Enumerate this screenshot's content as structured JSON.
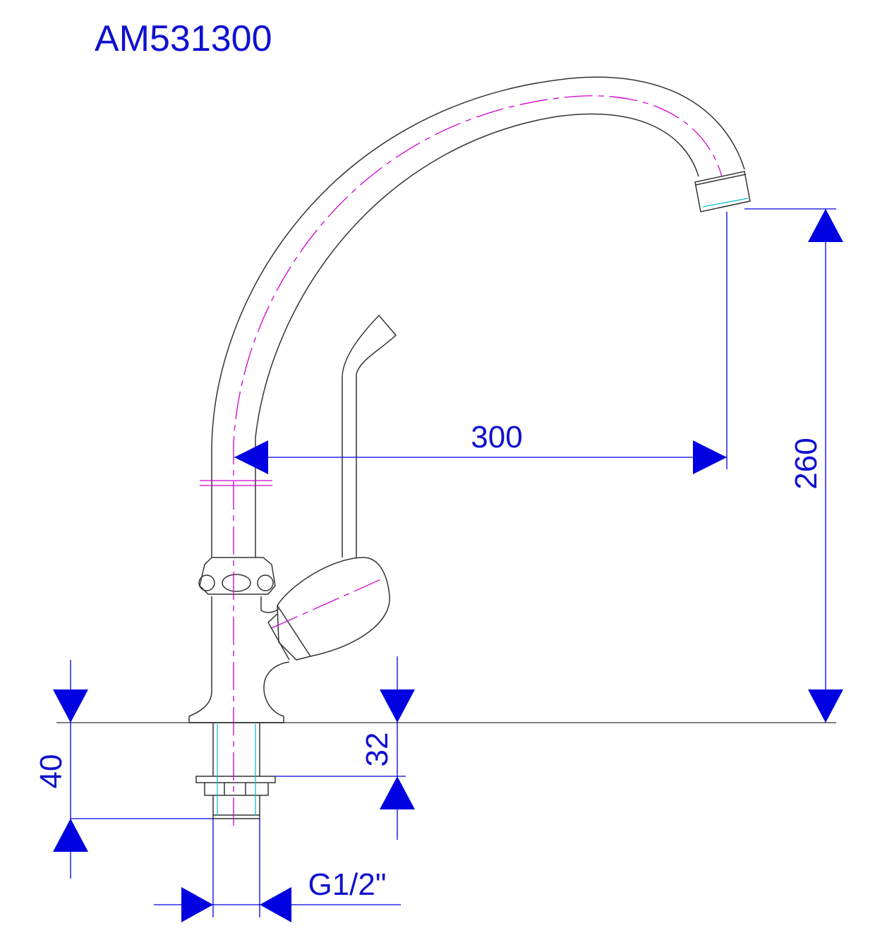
{
  "title": "AM531300",
  "dimensions": {
    "spout_reach": "300",
    "spout_height": "260",
    "shank_length": "40",
    "nut_distance": "32",
    "thread": "G1/2\""
  },
  "colors": {
    "dimension": "#0000e0",
    "outline": "#333333",
    "centerline": "#d000d0",
    "thread_line": "#00b8d0"
  }
}
